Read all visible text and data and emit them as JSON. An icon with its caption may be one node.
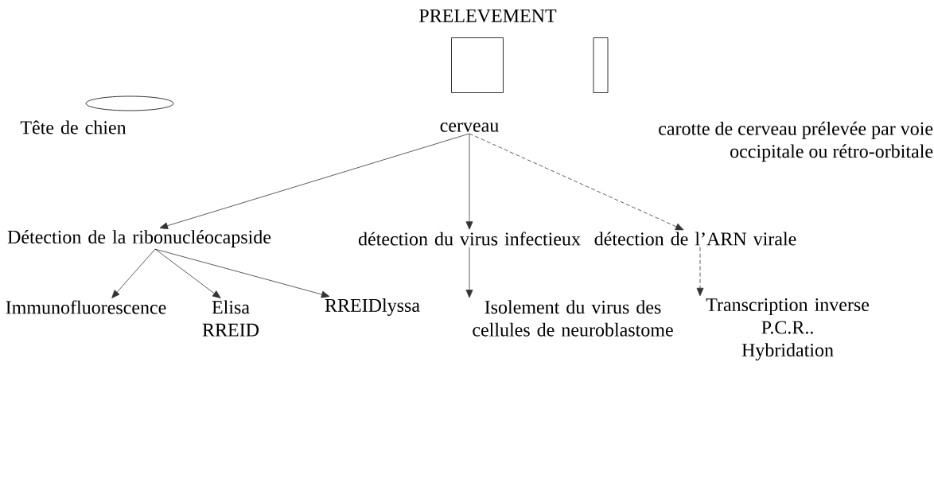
{
  "diagram": {
    "title": "PRELEVEMENT",
    "nodes": [
      {
        "text": [
          "Tête de chien"
        ]
      },
      {
        "text": [
          "cerveau"
        ]
      },
      {
        "text": [
          "carotte de cerveau prélevée par voie occipitale ou rétro-orbitale"
        ]
      },
      {
        "text": [
          "Détection de la ribonucléocapside"
        ]
      },
      {
        "text": [
          "détection du virus infectieux"
        ]
      },
      {
        "text": [
          "détection de l’ARN virale"
        ]
      },
      {
        "text": [
          "Immunofluorescence"
        ]
      },
      {
        "text": [
          "Elisa RREID"
        ]
      },
      {
        "text": [
          "RREIDlyssa"
        ]
      },
      {
        "text": [
          "Isolement du virus des cellules de neuroblastome"
        ]
      },
      {
        "text": [
          "Transcription inverse",
          "P.C.R..",
          "Hybridation"
        ]
      }
    ],
    "edges": [
      {
        "from": 1,
        "to": 3,
        "arrow": "to"
      },
      {
        "from": 1,
        "to": 4,
        "arrow": "to"
      },
      {
        "from": 1,
        "to": 5,
        "arrow": "to",
        "style": "dashed"
      },
      {
        "from": 3,
        "to": 6,
        "arrow": "to"
      },
      {
        "from": 3,
        "to": 7,
        "arrow": "to"
      },
      {
        "from": 3,
        "to": 8,
        "arrow": "to"
      },
      {
        "from": 4,
        "to": 9,
        "arrow": "to"
      },
      {
        "from": 5,
        "to": 10,
        "arrow": "to",
        "style": "dashed"
      }
    ]
  }
}
